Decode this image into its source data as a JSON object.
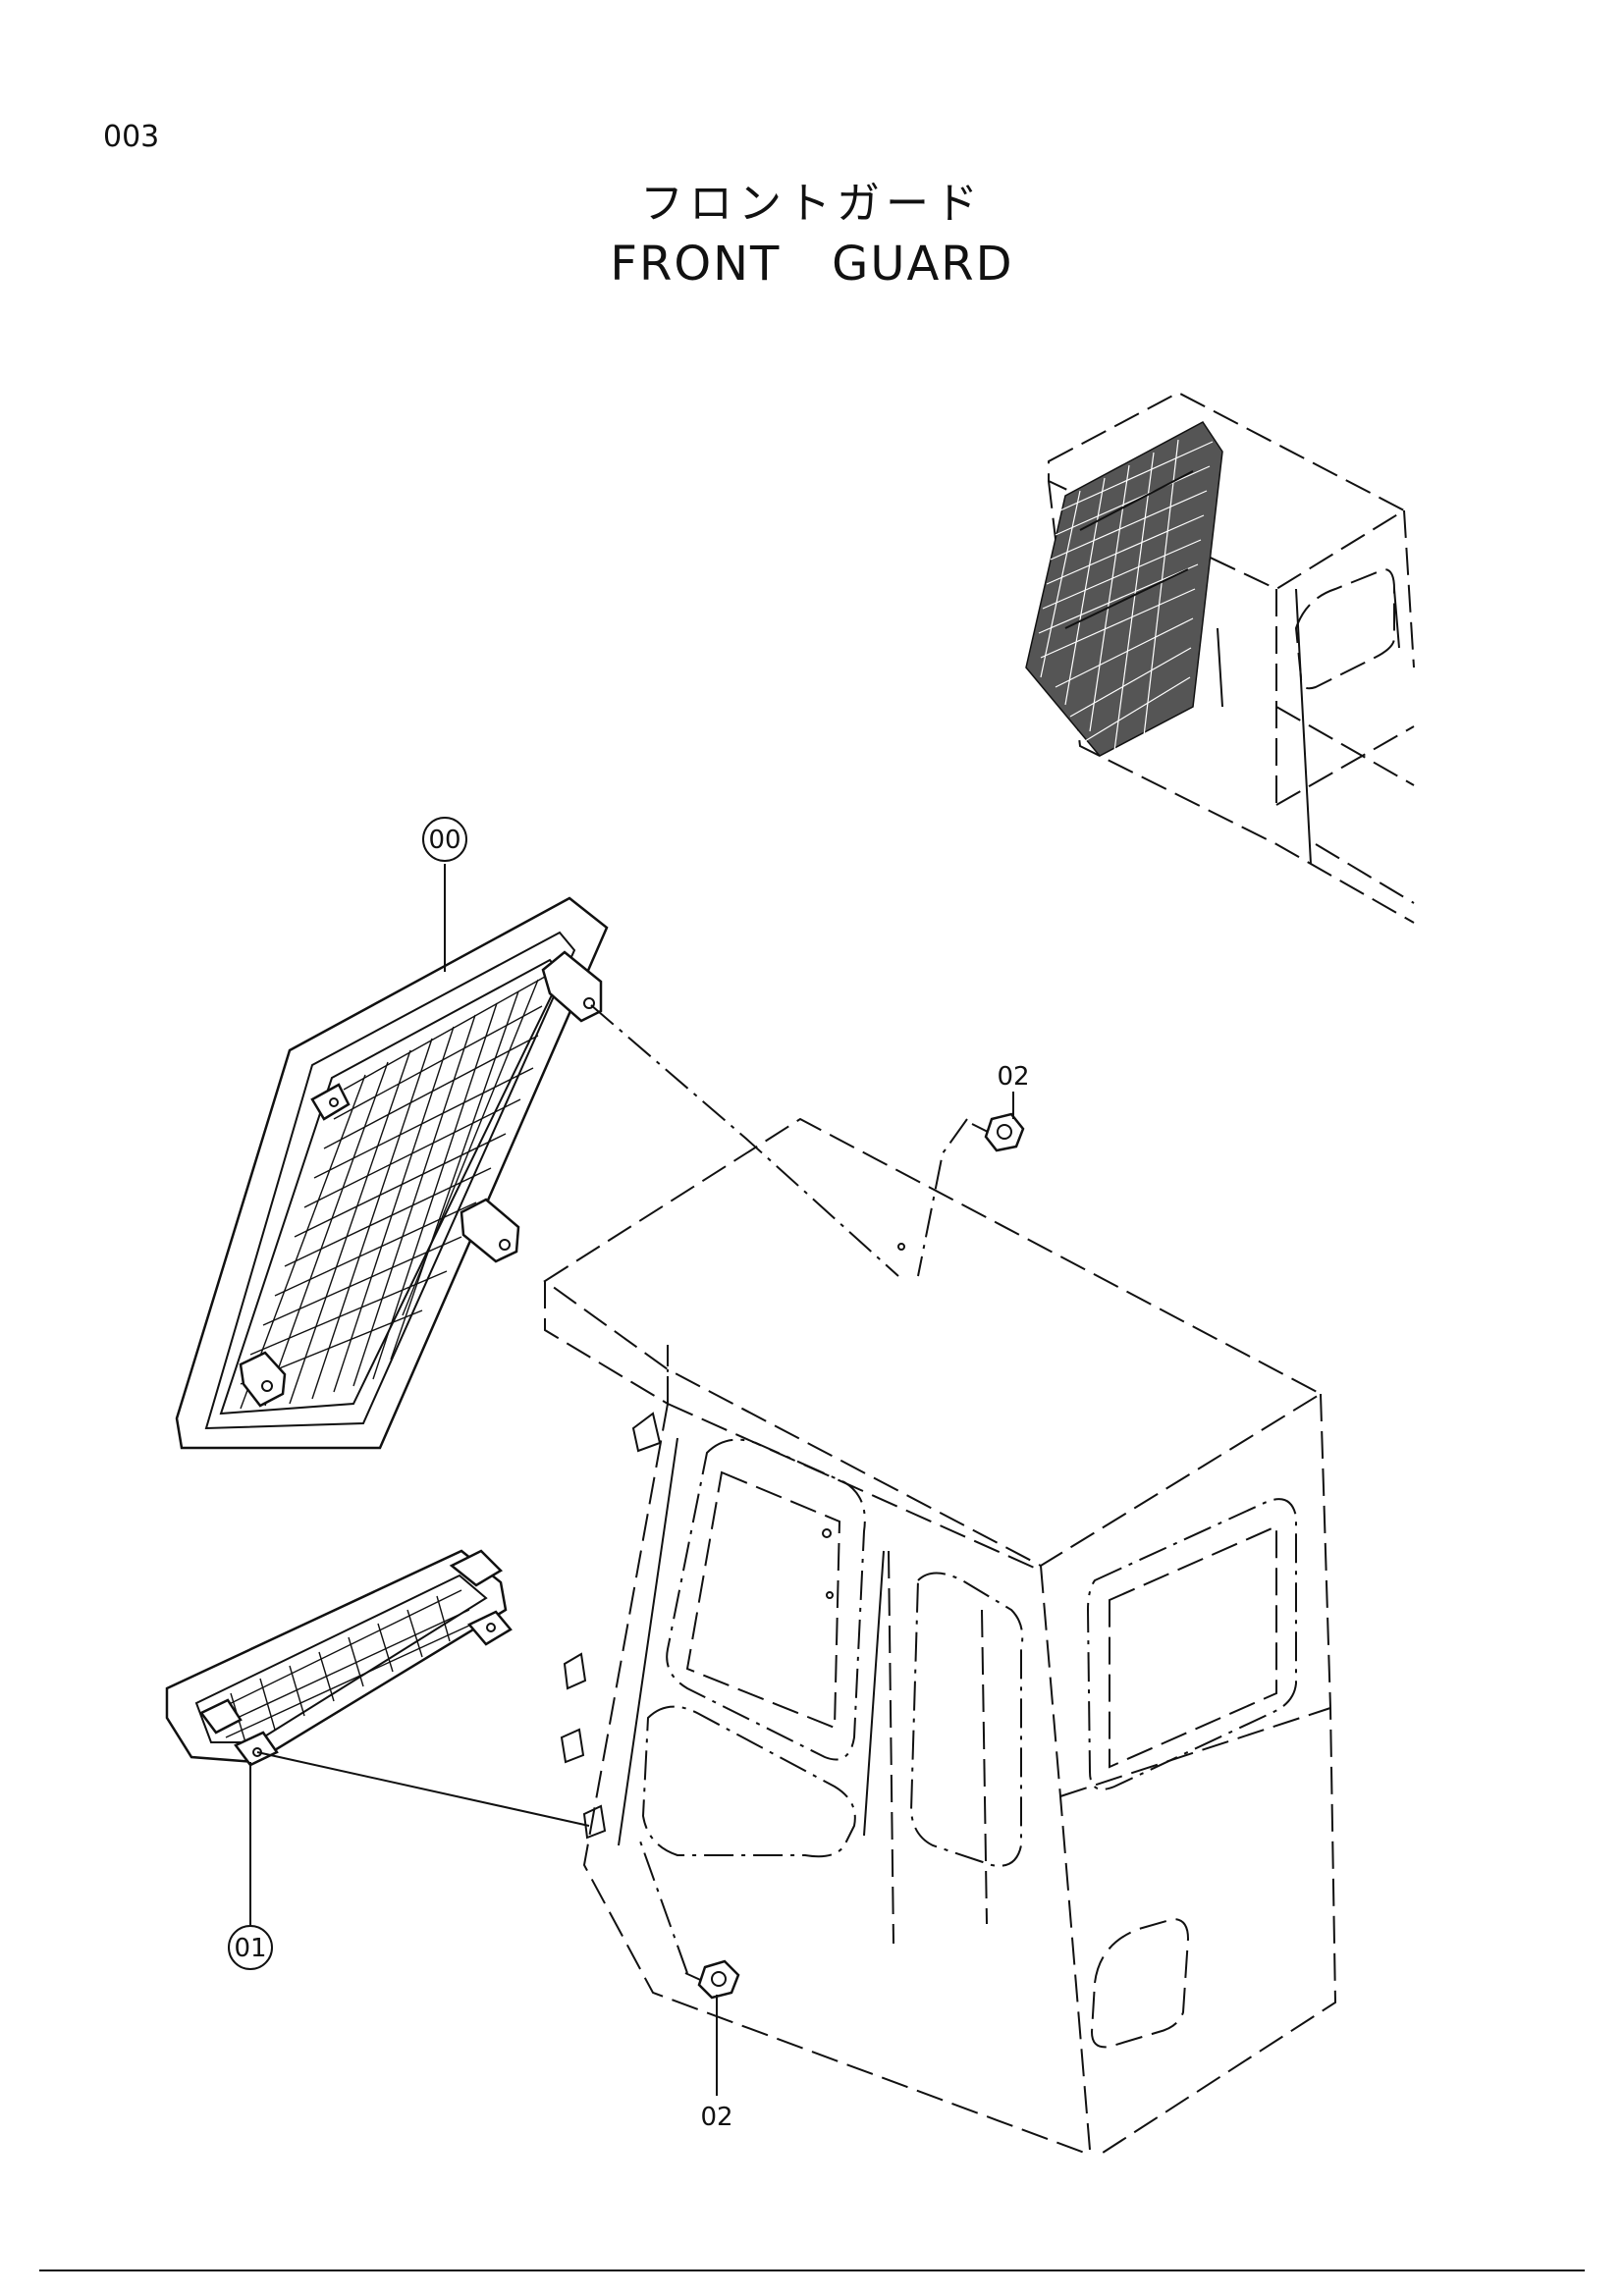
{
  "page": {
    "number": "003"
  },
  "title": {
    "japanese": "フロントガード",
    "english": "FRONT   GUARD"
  },
  "callouts": [
    {
      "id": "callout-00",
      "label": "00",
      "circled": true
    },
    {
      "id": "callout-01",
      "label": "01",
      "circled": true
    },
    {
      "id": "callout-02-top",
      "label": "02",
      "circled": false
    },
    {
      "id": "callout-02-bottom",
      "label": "02",
      "circled": false
    }
  ]
}
